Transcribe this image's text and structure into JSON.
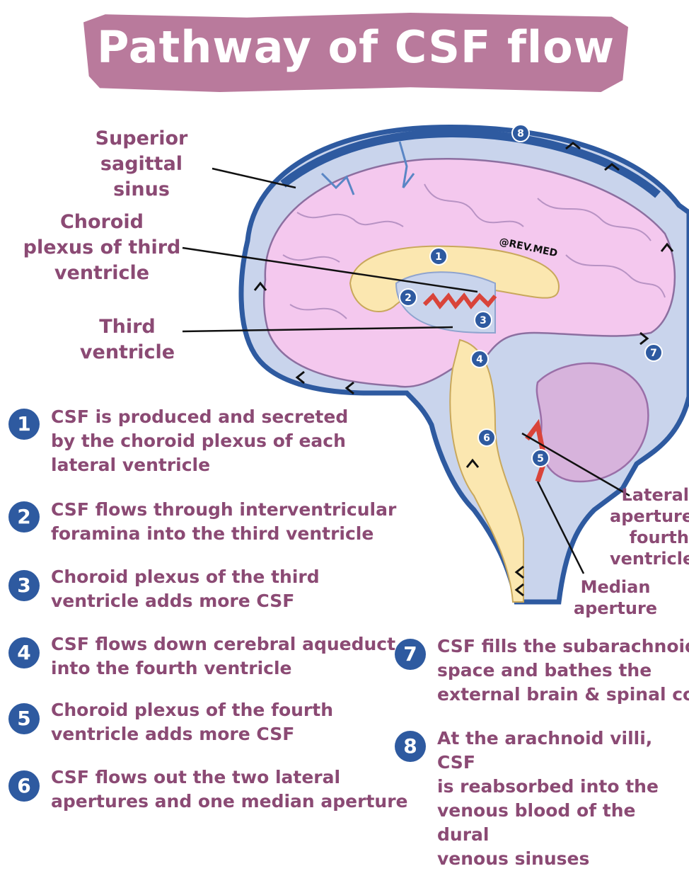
{
  "title": "Pathway of CSF flow",
  "watermark": "@REV.MED",
  "labels": {
    "superior_sagittal_sinus": [
      "Superior",
      "sagittal sinus"
    ],
    "choroid_plexus_third": [
      "Choroid",
      "plexus of third",
      "ventricle"
    ],
    "third_ventricle": [
      "Third",
      "ventricle"
    ],
    "lateral_apertures": [
      "Lateral",
      "apertures",
      "fourth",
      "ventricle"
    ],
    "median_aperture": [
      "Median",
      "aperture"
    ]
  },
  "diagram_markers": [
    "1",
    "2",
    "3",
    "4",
    "5",
    "6",
    "7",
    "8"
  ],
  "steps": [
    {
      "num": "1",
      "lines": [
        "CSF is produced and secreted",
        "by the choroid plexus of each",
        "lateral ventricle"
      ]
    },
    {
      "num": "2",
      "lines": [
        "CSF flows through interventricular",
        "foramina into the third ventricle"
      ]
    },
    {
      "num": "3",
      "lines": [
        "Choroid plexus of the third",
        "ventricle adds more CSF"
      ]
    },
    {
      "num": "4",
      "lines": [
        "CSF flows down cerebral aqueduct",
        "into the fourth ventricle"
      ]
    },
    {
      "num": "5",
      "lines": [
        "Choroid plexus of the fourth",
        "ventricle adds more CSF"
      ]
    },
    {
      "num": "6",
      "lines": [
        "CSF flows out the two lateral",
        "apertures and one median aperture"
      ]
    },
    {
      "num": "7",
      "lines": [
        "CSF fills the subarachnoid",
        "space and bathes the",
        "external brain & spinal cord"
      ]
    },
    {
      "num": "8",
      "lines": [
        "At the arachnoid villi, CSF",
        "is reabsorbed into the",
        "venous blood of the dural",
        "venous sinuses"
      ]
    }
  ],
  "colors": {
    "title_bg": "#b97a9c",
    "text": "#8b4a74",
    "dura_blue": "#2e5aa0",
    "csf_blue": "#c9d4ec",
    "brain_pink": "#f4c8ee",
    "ventricle_yellow": "#fbe7b0",
    "choroid_red": "#d9443a"
  }
}
